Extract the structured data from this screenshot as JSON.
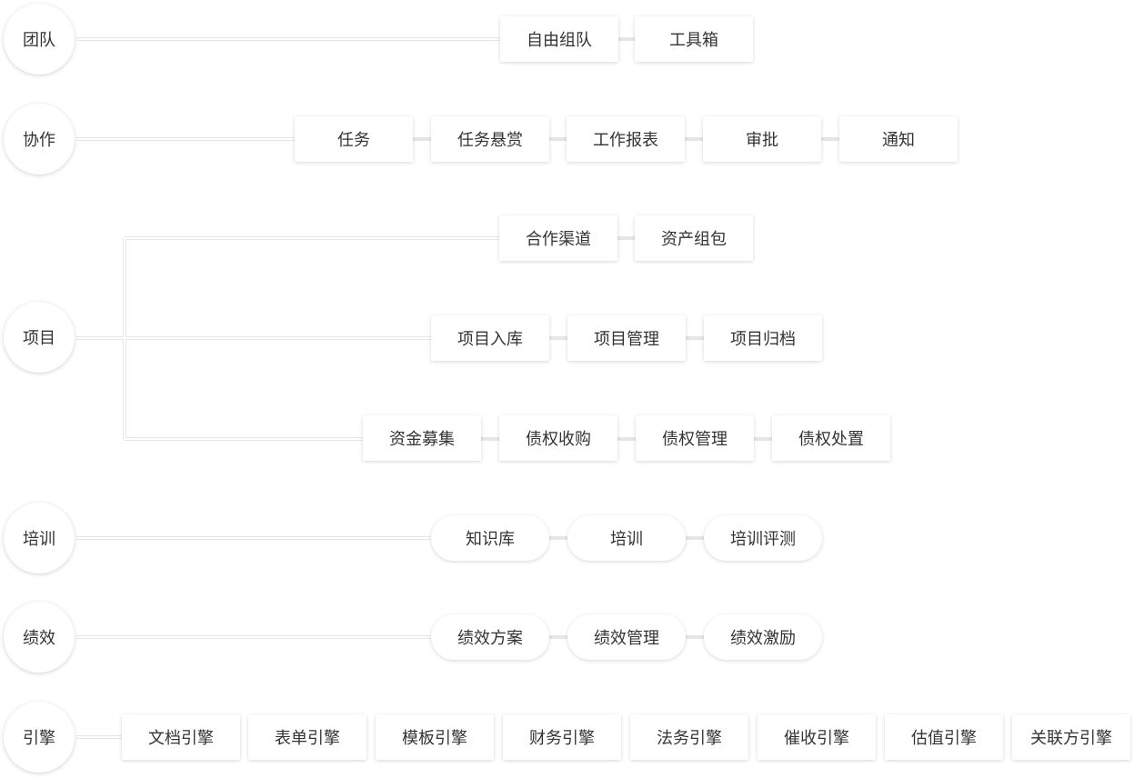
{
  "categories": {
    "team": "团队",
    "collab": "协作",
    "project": "项目",
    "training": "培训",
    "performance": "绩效",
    "engine": "引擎"
  },
  "team": [
    "自由组队",
    "工具箱"
  ],
  "collab": [
    "任务",
    "任务悬赏",
    "工作报表",
    "审批",
    "通知"
  ],
  "project": {
    "row1": [
      "合作渠道",
      "资产组包"
    ],
    "row2": [
      "项目入库",
      "项目管理",
      "项目归档"
    ],
    "row3": [
      "资金募集",
      "债权收购",
      "债权管理",
      "债权处置"
    ]
  },
  "training": [
    "知识库",
    "培训",
    "培训评测"
  ],
  "performance": [
    "绩效方案",
    "绩效管理",
    "绩效激励"
  ],
  "engine": [
    "文档引擎",
    "表单引擎",
    "模板引擎",
    "财务引擎",
    "法务引擎",
    "催收引擎",
    "估值引擎",
    "关联方引擎"
  ]
}
